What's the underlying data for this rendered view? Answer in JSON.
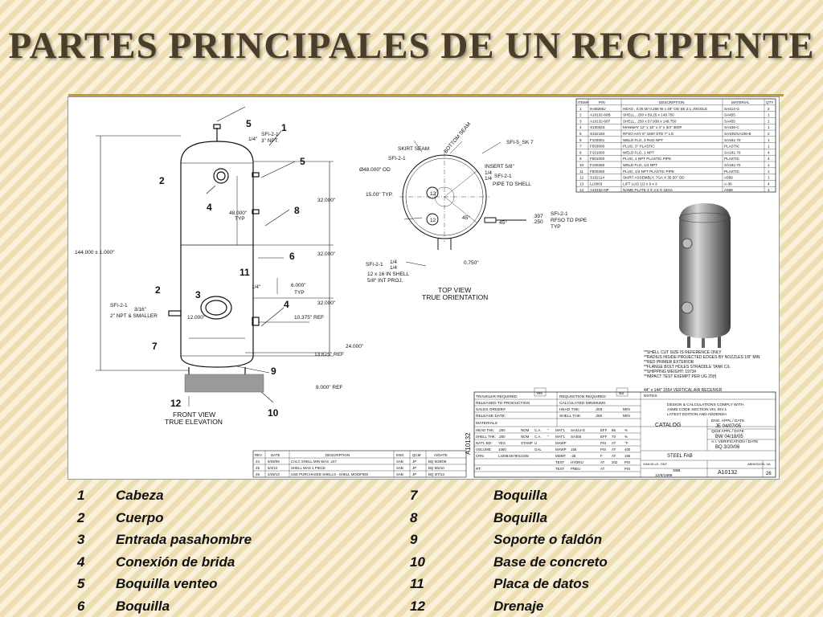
{
  "slide": {
    "title": "PARTES PRINCIPALES DE UN RECIPIENTE",
    "legend_left": [
      {
        "num": "1",
        "label": "Cabeza"
      },
      {
        "num": "2",
        "label": "Cuerpo"
      },
      {
        "num": "3",
        "label": "Entrada pasahombre"
      },
      {
        "num": "4",
        "label": "Conexión de brida"
      },
      {
        "num": "5",
        "label": "Boquilla venteo"
      },
      {
        "num": "6",
        "label": "Boquilla"
      }
    ],
    "legend_right": [
      {
        "num": "7",
        "label": "Boquilla"
      },
      {
        "num": "8",
        "label": "Boquilla"
      },
      {
        "num": "9",
        "label": "Soporte o faldón"
      },
      {
        "num": "10",
        "label": "Base de concreto"
      },
      {
        "num": "11",
        "label": "Placa de datos"
      },
      {
        "num": "12",
        "label": "Drenaje"
      }
    ]
  },
  "drawing": {
    "front": {
      "caption1": "FRONT VIEW",
      "caption2": "TRUE ELEVATION",
      "height_dim": "144.000 ± 1.000\"",
      "callouts": [
        "5",
        "1",
        "5",
        "2",
        "4",
        "8",
        "6",
        "11",
        "2",
        "3",
        "4",
        "7",
        "9",
        "12",
        "10"
      ],
      "dims": [
        "32.000\"",
        "32.000\"",
        "32.000\"",
        "48.000\"",
        "TYP",
        "6.000\"",
        "TYP",
        "10.375\" REF",
        "12.000\"",
        "24.000\"",
        "13.625\" REF",
        "8.000\" REF"
      ],
      "notes": [
        "SFI-2-1",
        "3\" NPT.",
        "1/4\"",
        "SFI-2-1",
        "3/16\"",
        "2\" NPT & SMALLER",
        "1/4\""
      ]
    },
    "top": {
      "caption1": "TOP VIEW",
      "caption2": "TRUE ORIENTATION",
      "labels": [
        "SKIRT SEAM",
        "BOTTOM SEAM",
        "SFI-2-1",
        "Ø48.000\" OD",
        "15.00\" TYP.",
        "SFI-5_SK 7",
        "INSERT 5/8\"",
        "1/4",
        "1/4",
        "SFI-2-1",
        "PIPE TO SHELL",
        "45°",
        "45°",
        "SFI-2-1",
        "RFSO TO PIPE",
        "TYP",
        "0.750\"",
        "SFI-2-1",
        "1/4",
        "1/4",
        "12 x 16 IN SHELL",
        "5/8\" INT PROJ.",
        "12",
        "12",
        ".397",
        ".250"
      ]
    },
    "bom": {
      "headers": [
        "ITEM#",
        "P/N",
        "DESCRIPTION",
        "MATERIAL",
        "QTY"
      ],
      "rows": [
        [
          "1",
          "IH48265J",
          "HEAD , 0.25 M/ 0.265 W x 48\" OD SE 2:1 JOGGLE",
          "SA414-G",
          "2"
        ],
        [
          "2",
          "A10132-60B",
          "SHELL, .250 x 59.25 x 149.750",
          "SA455",
          "1"
        ],
        [
          "3",
          "A10132-60T",
          "SHELL, .250 x 57.938 x 149.750",
          "SA455",
          "1"
        ],
        [
          "4",
          "S100343",
          "MANWAY 12\" x 16\" x 4\" x 3/4\" 300#",
          "SA106-C",
          "1"
        ],
        [
          "5",
          "S102154",
          "RFSO ASY 6\" 150# STD 7\" LG",
          "SA105/SA106-B",
          "2"
        ],
        [
          "6",
          "F103001",
          "WELD FLG, 3 RAD NPT",
          "SA181-70",
          "1"
        ],
        [
          "7",
          "F503000",
          "PLUG, 3\" PLASTIC",
          "PLASTIC",
          "1"
        ],
        [
          "8",
          "F101000",
          "WELD FLG, 1 NPT",
          "SA181-70",
          "4"
        ],
        [
          "9",
          "F501000",
          "PLUG, 1 NPT PLASTIC PIPE",
          "PLASTIC",
          "4"
        ],
        [
          "10",
          "F100250",
          "WELD FLG, 1/4 NPT",
          "SA181-70",
          "1"
        ],
        [
          "11",
          "F500250",
          "PLUG, 1/4 NPT PLASTIC PIPE",
          "PLASTIC",
          "1"
        ],
        [
          "12",
          "S102114",
          "SKIRT ASSEMBLY, 7GA X 35.50\" OD",
          "A569",
          "1"
        ],
        [
          "13",
          "LL0063",
          "LIFT LUG 1/2 x 6 x 3",
          "A-36",
          "4"
        ],
        [
          "14",
          "A10132-NP",
          "NAME PLATE 3 X 4.5 X 16GA",
          "A569",
          "1"
        ]
      ]
    },
    "notes_block": [
      "**SHELL CUT SIZE IS REFERENCE ONLY",
      "**RADIUS INSIDE PROJECTED EDGES BY NOZZLES 1/8\" MIN",
      "**RED PRIMER EXTERIOR",
      "**FLANGE BOLT HOLES STRADDLE TANK C/L",
      "**SHIPPING WEIGHT: 1973#",
      "**IMPACT TEST EXEMPT PER UG 20(f)"
    ],
    "tank_desc": "44\" x 144\" 155# VERTICAL AIR RECEIVER",
    "title_block": {
      "traveler": "TRAVELER REQUIRED",
      "yes": "Yes",
      "requisition": "REQUISITION REQUIRED",
      "no": "No",
      "released": "RELEASED TO PRODUCTION",
      "calculated": "CALCULATED MINIMUMS",
      "sales_order": "SALES ORDER#",
      "head_thk": "HEAD THK:",
      "head_thk_val": ".203",
      "min": "MIN",
      "release_date": "RELEASE DATE:",
      "shell_thk": "SHELL THK:",
      "shell_thk_val": ".250",
      "materials": "MATERIALS",
      "notes_label": "NOTES",
      "design_note": [
        "DESIGN & CALCULATIONS COMPLY WITH",
        "ASME CODE SECTION VIII, DIV.1",
        "LATEST EDITION AND ADDENDA"
      ],
      "catalog": "CATALOG",
      "eng_appl": "ENG. APPL / DATE",
      "eng_val": "JE 04/07/05",
      "qcm_appl": "QCM APPL / DATE",
      "qcm_val": "BW 04/18/05",
      "ai_appl": "A.I. VERIFICATION / DATE",
      "ai_val": "BQ 3/20/06",
      "steel_fab": "STEEL FAB",
      "drawing_no": "A10132",
      "rotated_no": "A10132",
      "sheet": "26",
      "drawn_by": "SBB",
      "date": "12/5/1989",
      "location": "OAKVILLE, ONT.",
      "location2": "ABINGDON, VA",
      "spec_rows": [
        [
          "HEAD THK:",
          ".250",
          "NOM",
          "C.A.",
          "\"",
          "MAT'L",
          "SA414-G",
          "EFF",
          "85",
          "%"
        ],
        [
          "SHELL THK:",
          ".250",
          "NOM",
          "C.A.",
          "\"",
          "MAT'L",
          "SA455",
          "EFF",
          "70",
          "%"
        ],
        [
          "NAT'L BD:",
          "YES",
          "STAMP",
          "U",
          "",
          "MAWP",
          "",
          "PSI",
          "AT",
          "°F"
        ],
        [
          "VOLUME:",
          "1060",
          "",
          "GAL",
          "",
          "MAWP",
          "155",
          "PSI",
          "AT",
          "400"
        ],
        [
          "CRN:",
          "L4208.5678012345",
          "",
          "",
          "",
          "MDMT",
          "-28",
          "F",
          "AT",
          "155"
        ],
        [
          "",
          "",
          "",
          "",
          "",
          "TEST",
          "HYDRO",
          "AT",
          "202",
          "PSI"
        ],
        [
          "RT:",
          "",
          "",
          "",
          "",
          "TEST",
          "PNEU",
          "AT",
          "",
          "PSI"
        ]
      ]
    },
    "revisions": {
      "headers": [
        "REV",
        "DATE",
        "DESCRIPTION",
        "ENG",
        "QCM",
        "AI/DATE"
      ],
      "rows": [
        [
          "24",
          "9/29/09",
          "CALC SHELL MIN WAS .247",
          "SAB",
          "JP",
          "BQ 9/29/09"
        ],
        [
          "25",
          "5/4/10",
          "SHELL WAS 1 PIECE",
          "SAB",
          "JP",
          "BQ 5/5/10"
        ],
        [
          "26",
          "2/29/13",
          "USE PURCHASED SHELLS - SHELL MODIFIED",
          "SAB",
          "JP",
          "BQ 3/7/13"
        ]
      ]
    }
  }
}
